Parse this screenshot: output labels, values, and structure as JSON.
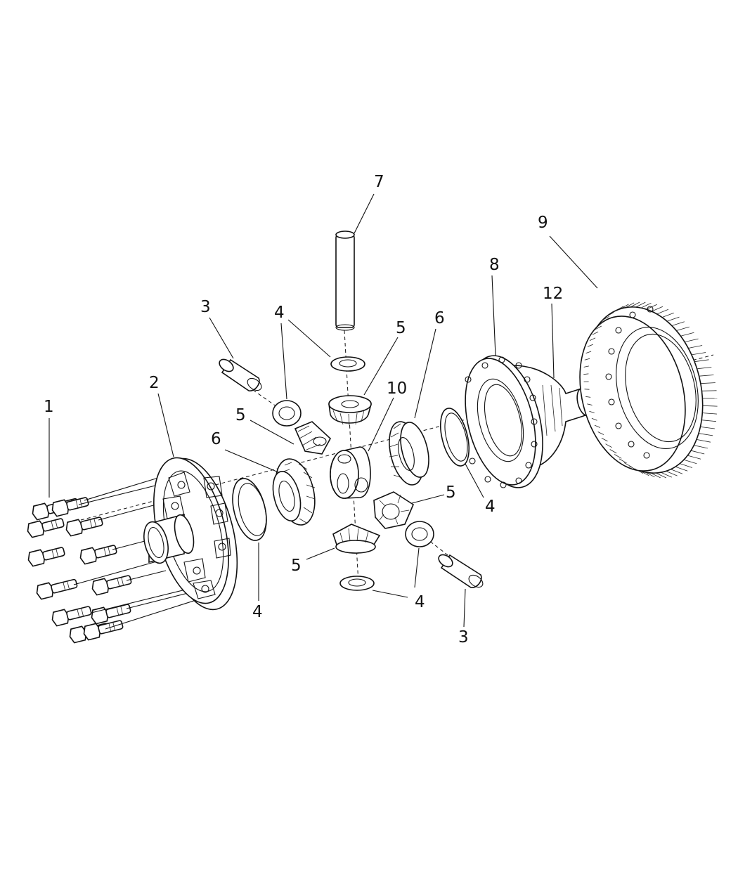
{
  "callouts": [
    {
      "id": "c1",
      "text": "1"
    },
    {
      "id": "c2",
      "text": "2"
    },
    {
      "id": "c3a",
      "text": "3"
    },
    {
      "id": "c3b",
      "text": "3"
    },
    {
      "id": "c4a",
      "text": "4"
    },
    {
      "id": "c4b",
      "text": "4"
    },
    {
      "id": "c4c",
      "text": "4"
    },
    {
      "id": "c4d",
      "text": "4"
    },
    {
      "id": "c5a",
      "text": "5"
    },
    {
      "id": "c5b",
      "text": "5"
    },
    {
      "id": "c5c",
      "text": "5"
    },
    {
      "id": "c5d",
      "text": "5"
    },
    {
      "id": "c6a",
      "text": "6"
    },
    {
      "id": "c6b",
      "text": "6"
    },
    {
      "id": "c7",
      "text": "7"
    },
    {
      "id": "c8",
      "text": "8"
    },
    {
      "id": "c9",
      "text": "9"
    },
    {
      "id": "c10",
      "text": "10"
    },
    {
      "id": "c12",
      "text": "12"
    }
  ]
}
